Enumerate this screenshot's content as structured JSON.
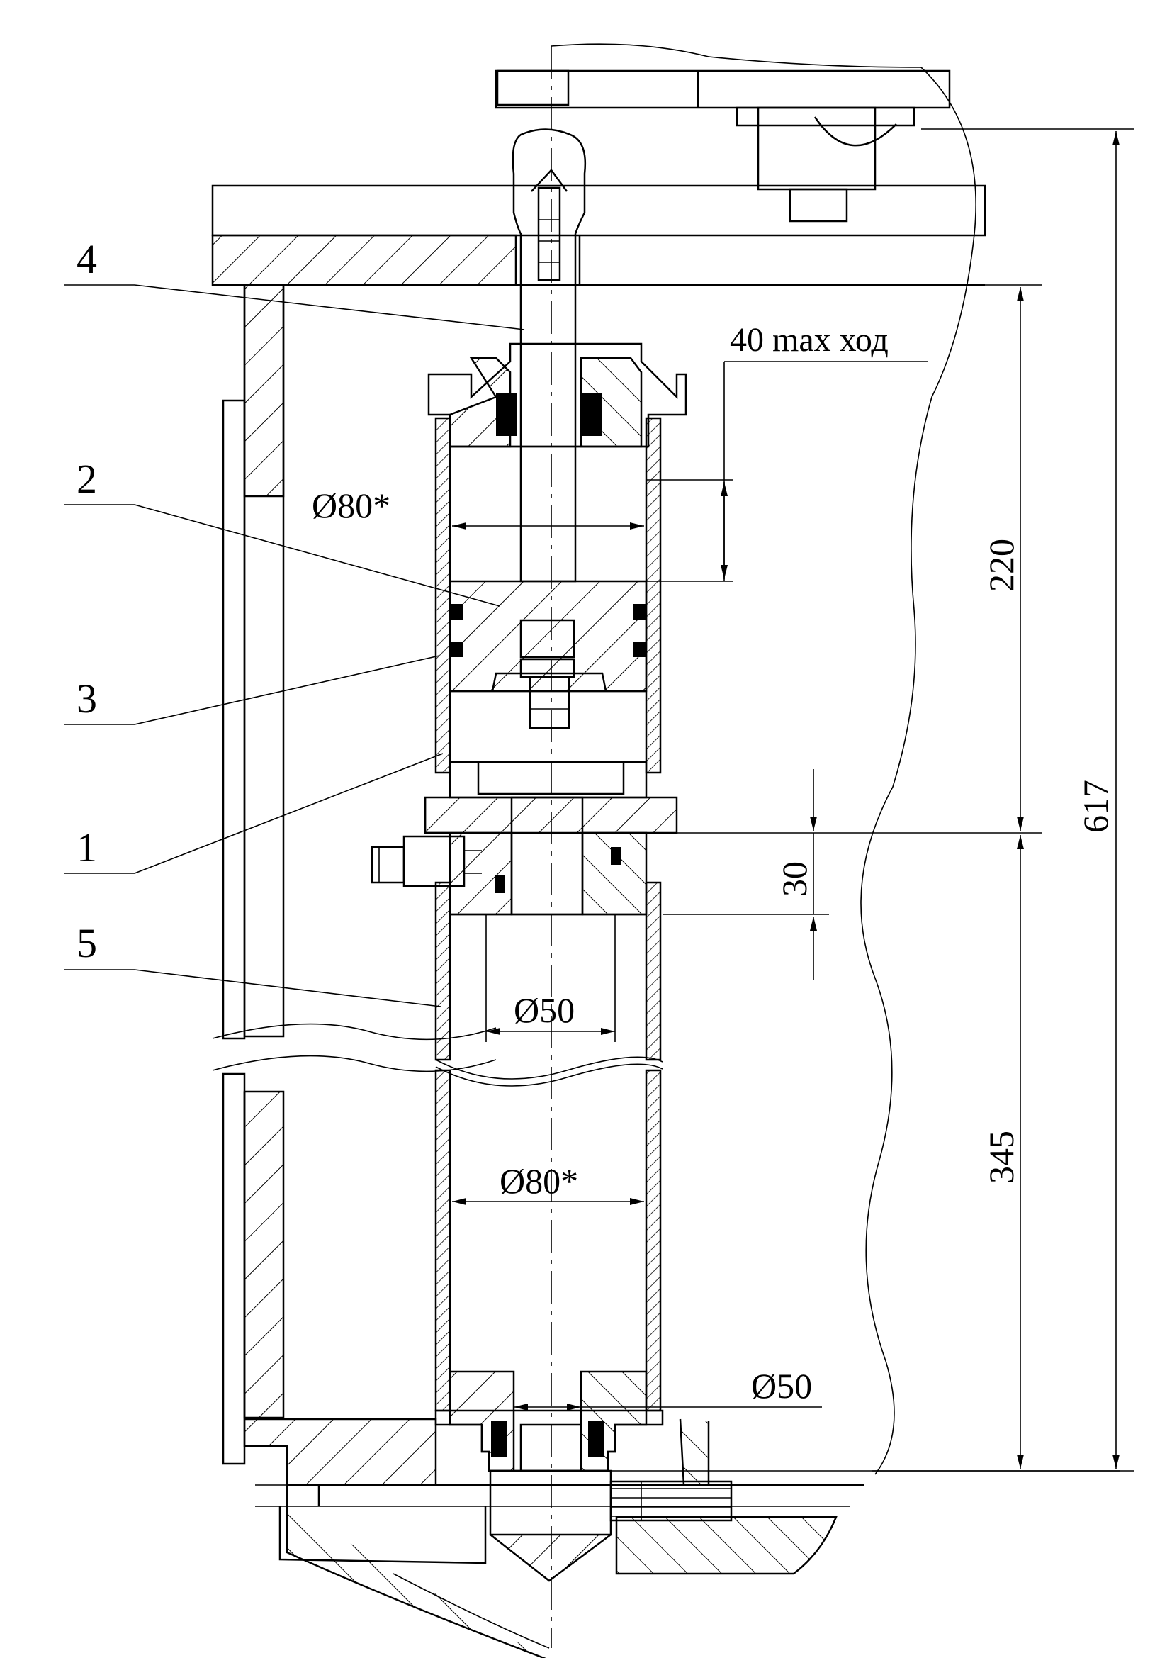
{
  "labels": {
    "part_4": "4",
    "part_2": "2",
    "part_3": "3",
    "part_1": "1",
    "part_5": "5"
  },
  "dimensions": {
    "stroke": "40 max ход",
    "bore_upper": "Ø80*",
    "bore_lower": "Ø80*",
    "rod_mid": "Ø50",
    "rod_bottom": "Ø50",
    "height_upper": "220",
    "height_lower": "345",
    "height_total": "617",
    "gap": "30"
  }
}
